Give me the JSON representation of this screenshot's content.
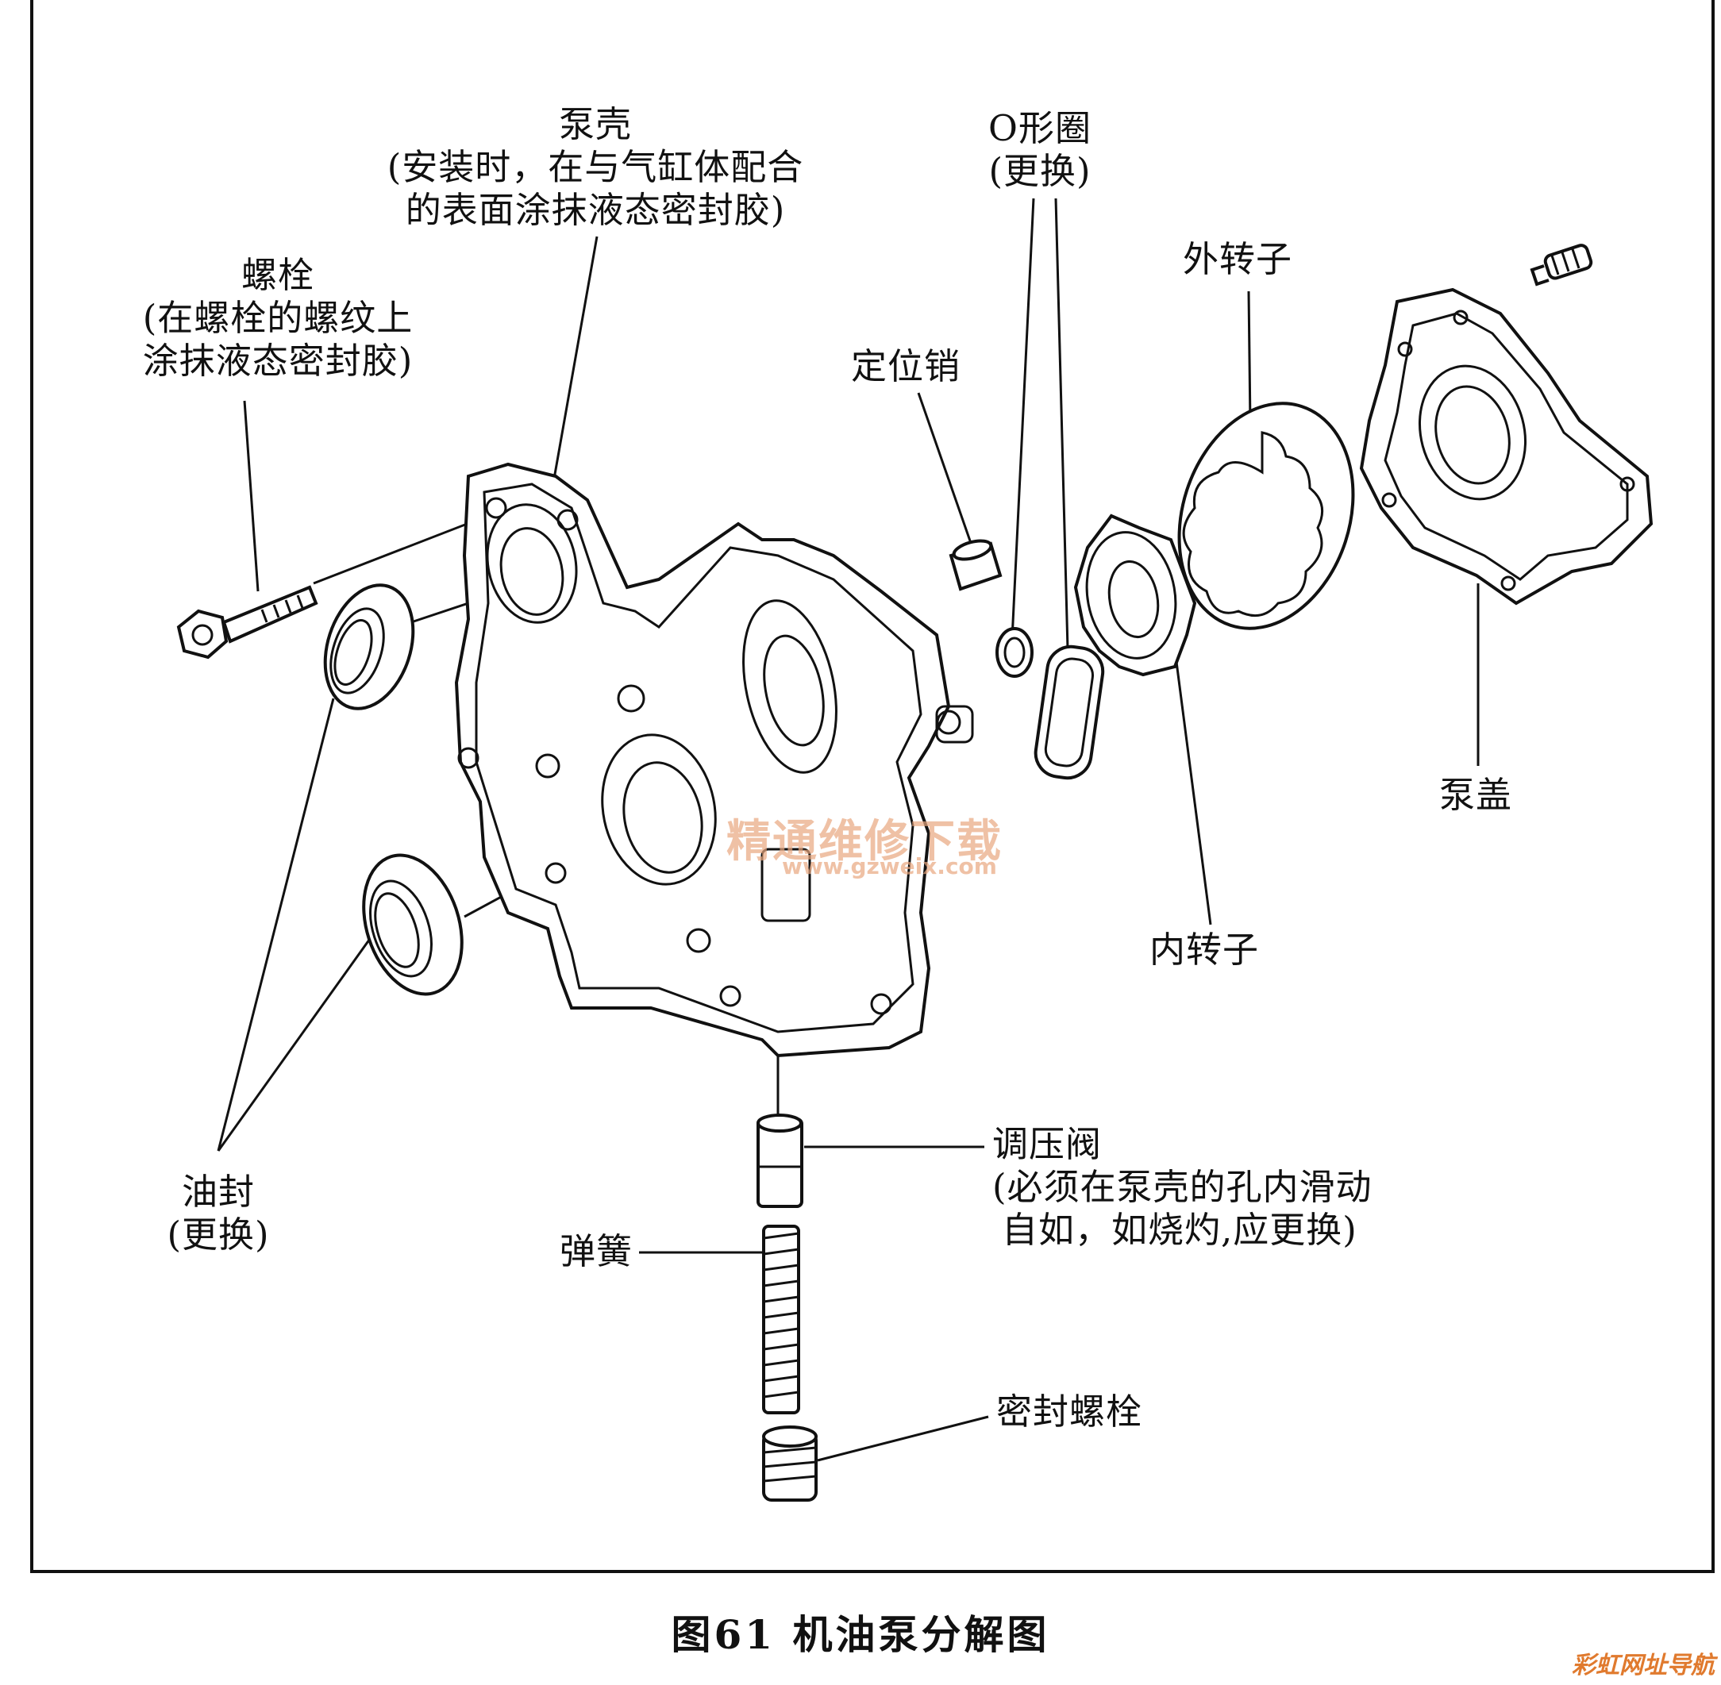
{
  "labels": {
    "pump_housing": [
      "泵壳",
      "(安装时，在与气缸体配合",
      "的表面涂抹液态密封胶)"
    ],
    "bolt": [
      "螺栓",
      "(在螺栓的螺纹上",
      "涂抹液态密封胶)"
    ],
    "o_ring": [
      "O形圈",
      "(更换)"
    ],
    "dowel_pin": "定位销",
    "outer_rotor": "外转子",
    "pump_cover": "泵盖",
    "inner_rotor": "内转子",
    "oil_seal": [
      "油封",
      "(更换)"
    ],
    "relief_valve": [
      "调压阀",
      "(必须在泵壳的孔内滑动",
      "自如，如烧灼,应更换)"
    ],
    "spring": "弹簧",
    "sealing_bolt": "密封螺栓"
  },
  "caption": "图61    机油泵分解图",
  "watermark": {
    "text": "精通维修下载",
    "url": "www.gzweix.com"
  },
  "corner_mark": "彩虹网址导航"
}
